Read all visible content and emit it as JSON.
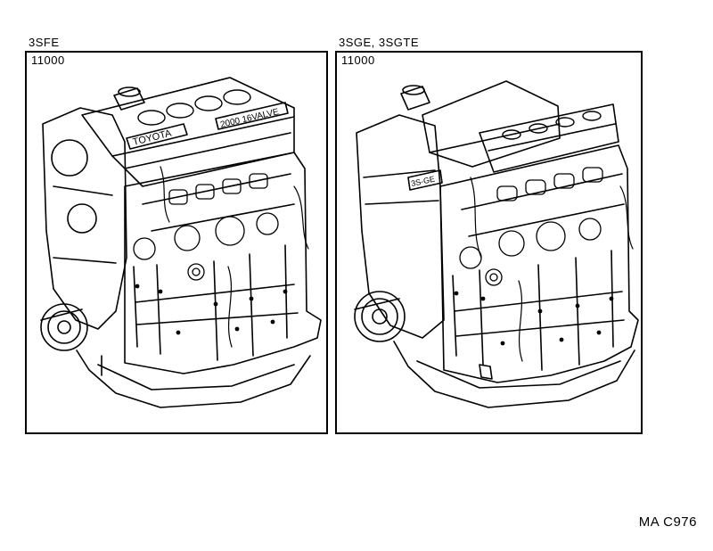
{
  "panels": [
    {
      "caption": "3SFE",
      "part_number": "11000",
      "icon": "engine-assembly-3sfe-icon"
    },
    {
      "caption": "3SGE, 3SGTE",
      "part_number": "11000",
      "icon": "engine-assembly-3sge-icon"
    }
  ],
  "engine_labels": {
    "brand": "TOYOTA",
    "valve": "2000 16VALVE",
    "badge": "3S-GE"
  },
  "reference": "MA C976"
}
